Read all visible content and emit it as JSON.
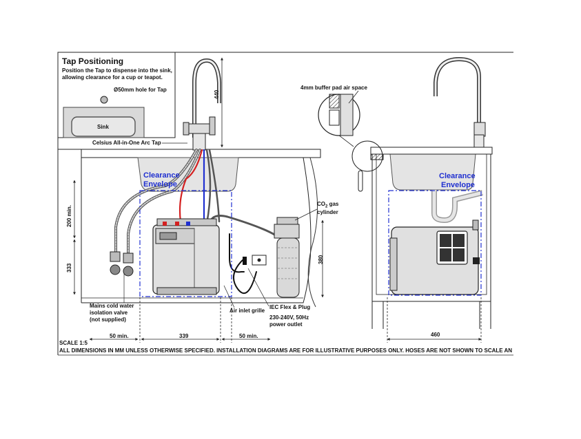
{
  "tap_positioning": {
    "title": "Tap Positioning",
    "line1": "Position the Tap to dispense into the sink,",
    "line2": "allowing clearance for a cup or teapot.",
    "hole_label": "Ø50mm hole for Tap",
    "sink_label": "Sink"
  },
  "left_view": {
    "tap_label": "Celsius All-in-One Arc Tap",
    "clearance_line1": "Clearance",
    "clearance_line2": "Envelope",
    "co2_line1": "CO",
    "co2_sub": "2",
    "co2_line1_rest": " gas",
    "co2_line2": "cylinder",
    "mains_line1": "Mains cold water",
    "mains_line2": "isolation valve",
    "mains_line3": "(not supplied)",
    "air_inlet": "Air inlet grille",
    "iec_label": "IEC Flex & Plug",
    "power_line1": "230-240V, 50Hz",
    "power_line2": "power outlet",
    "dims": {
      "height_440": "440",
      "height_200": "200 min.",
      "height_333": "333",
      "height_380": "380",
      "width_50_left": "50 min.",
      "width_339": "339",
      "width_50_right": "50 min."
    }
  },
  "right_view": {
    "buffer_label": "4mm buffer pad air space",
    "clearance_line1": "Clearance",
    "clearance_line2": "Envelope",
    "width_460": "460"
  },
  "footer": {
    "scale": "SCALE 1:5",
    "note": "ALL DIMENSIONS IN MM UNLESS OTHERWISE SPECIFIED. INSTALLATION DIAGRAMS ARE FOR ILLUSTRATIVE PURPOSES ONLY. HOSES ARE NOT SHOWN TO SCALE AND C"
  },
  "colors": {
    "clearance_blue": "#1f2fd0",
    "hot_line": "#d42020",
    "cold_line": "#1f2fd0",
    "line": "#222222"
  }
}
